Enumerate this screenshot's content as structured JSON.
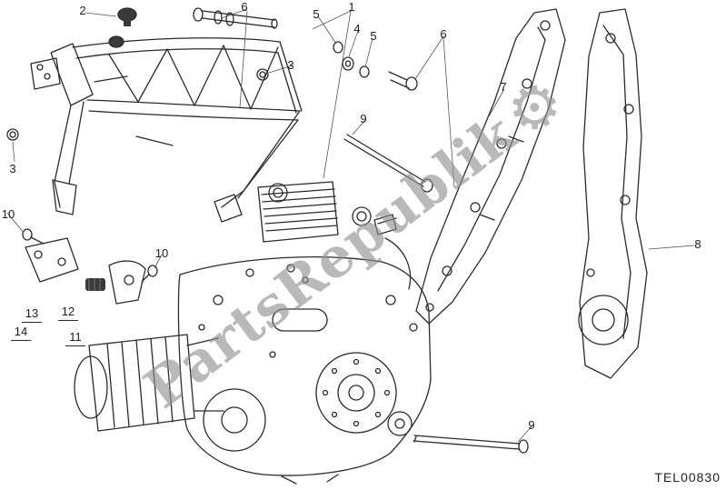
{
  "diagram": {
    "code": "TEL00830",
    "watermark": {
      "text": "PartsRepublik",
      "gear_glyph": "⚙"
    },
    "callouts": [
      {
        "label": "2"
      },
      {
        "label": "6"
      },
      {
        "label": "1"
      },
      {
        "label": "5"
      },
      {
        "label": "4"
      },
      {
        "label": "5"
      },
      {
        "label": "6"
      },
      {
        "label": "3"
      },
      {
        "label": "7"
      },
      {
        "label": "9"
      },
      {
        "label": "3"
      },
      {
        "label": "10"
      },
      {
        "label": "10"
      },
      {
        "label": "13"
      },
      {
        "label": "12"
      },
      {
        "label": "14"
      },
      {
        "label": "11"
      },
      {
        "label": "8"
      },
      {
        "label": "9"
      }
    ]
  }
}
